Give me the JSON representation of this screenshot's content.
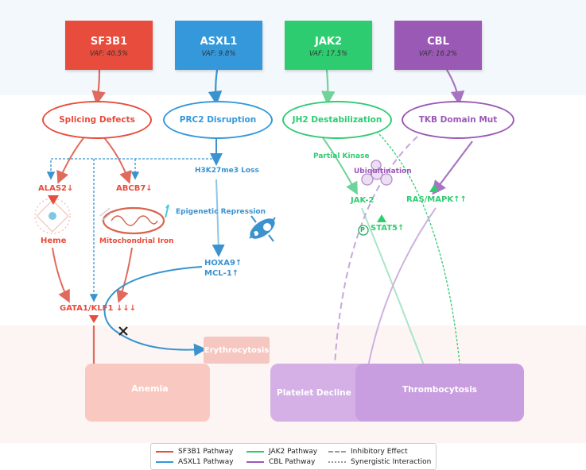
{
  "genes": {
    "sf3b1": {
      "name": "SF3B1",
      "vaf": "VAF: 40.5%",
      "color": "#e74c3c"
    },
    "asxl1": {
      "name": "ASXL1",
      "vaf": "VAF: 9.8%",
      "color": "#3498db"
    },
    "jak2": {
      "name": "JAK2",
      "vaf": "VAF: 17.5%",
      "color": "#2ecc71"
    },
    "cbl": {
      "name": "CBL",
      "vaf": "VAF: 16.2%",
      "color": "#9b59b6"
    }
  },
  "mechanisms": {
    "splicing": "Splicing Defects",
    "prc2": "PRC2 Disruption",
    "jh2": "JH2 Destabilization",
    "tkb": "TKB Domain Mut"
  },
  "sf3b1_path": {
    "alas2": "ALAS2↓",
    "abcb7": "ABCB7↓",
    "heme": "Heme",
    "mito_iron": "Mitochondrial Iron",
    "gata1": "GATA1/KLF1 ↓↓↓"
  },
  "asxl1_path": {
    "h3k27": "H3K27me3 Loss",
    "epigenetic": "Epigenetic Repression",
    "hoxa9": "HOXA9↑",
    "mcl1": "MCL-1↑"
  },
  "jak2_path": {
    "partial_kinase": "Partial Kinase",
    "jak2_label": "JAK-2",
    "stat5": "STAT5↑",
    "stat5_glyph": "P"
  },
  "cbl_path": {
    "ubiquitination": "Ubiquitination",
    "rasmapk": "RAS/MAPK↑↑"
  },
  "outcomes": {
    "erythrocytosis": "Erythrocytosis",
    "anemia": "Anemia",
    "platelet_decline": "Platelet Decline",
    "thrombocytosis": "Thrombocytosis"
  },
  "legend": {
    "sf3b1": "SF3B1 Pathway",
    "asxl1": "ASXL1 Pathway",
    "jak2": "JAK2 Pathway",
    "cbl": "CBL Pathway",
    "inhibitory": "Inhibitory Effect",
    "synergistic": "Synergistic Interaction"
  }
}
